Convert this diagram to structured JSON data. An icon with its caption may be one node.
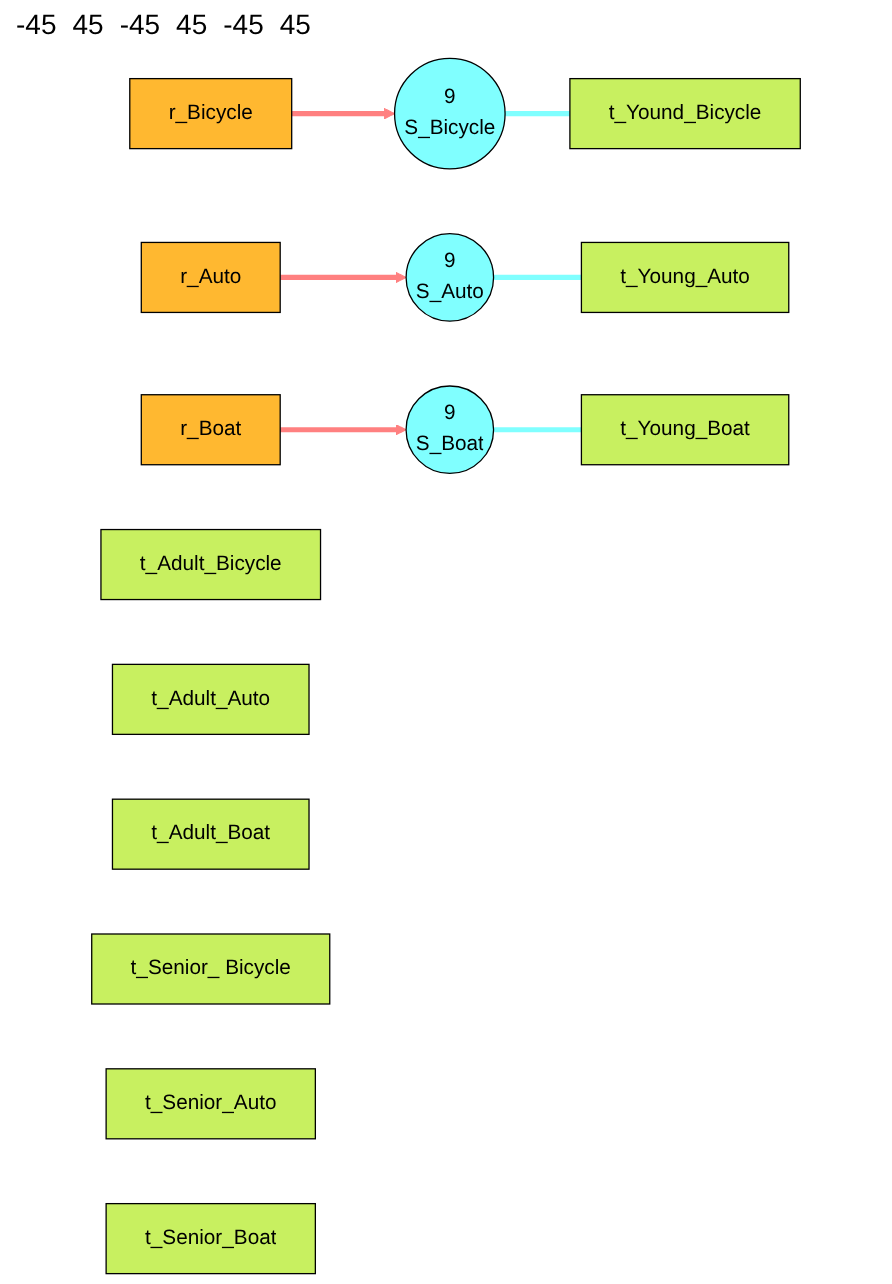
{
  "diagram": {
    "nodes": [
      {
        "text": [
          "r_Bicycle"
        ]
      },
      {
        "text": [
          "9",
          "S_Bicycle"
        ]
      },
      {
        "text": [
          "t_Yound_Bicycle"
        ]
      },
      {
        "text": [
          "r_Auto"
        ]
      },
      {
        "text": [
          "9",
          "S_Auto"
        ]
      },
      {
        "text": [
          "t_Young_Auto"
        ]
      },
      {
        "text": [
          "r_Boat"
        ]
      },
      {
        "text": [
          "9",
          "S_Boat"
        ]
      },
      {
        "text": [
          "t_Young_Boat"
        ]
      },
      {
        "text": [
          "t_Adult_Bicycle"
        ]
      },
      {
        "text": [
          "t_Adult_Auto"
        ]
      },
      {
        "text": [
          "t_Adult_Boat"
        ]
      },
      {
        "text": [
          "t_Senior_ Bicycle"
        ]
      },
      {
        "text": [
          "t_Senior_Auto"
        ]
      },
      {
        "text": [
          "t_Senior_Boat"
        ]
      }
    ],
    "edges": [
      {
        "from": 0,
        "to": 1,
        "arrow": "to",
        "color": "#ff8080"
      },
      {
        "from": 1,
        "to": 2,
        "arrow": "none",
        "color": "#80ffff"
      },
      {
        "from": 3,
        "to": 4,
        "arrow": "to",
        "color": "#ff8080"
      },
      {
        "from": 4,
        "to": 5,
        "arrow": "none",
        "color": "#80ffff"
      },
      {
        "from": 6,
        "to": 7,
        "arrow": "to",
        "color": "#ff8080"
      },
      {
        "from": 7,
        "to": 8,
        "arrow": "none",
        "color": "#80ffff"
      }
    ],
    "labels": [
      "-45",
      "45",
      "-45",
      "45",
      "-45",
      "45"
    ]
  }
}
